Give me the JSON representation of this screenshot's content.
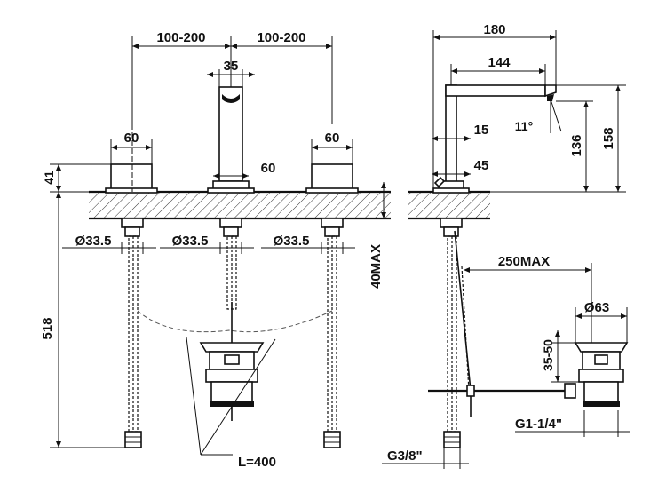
{
  "drawing": {
    "front_dims": {
      "spread_left": "100-200",
      "spread_right": "100-200",
      "spout_width": "35",
      "handle_width_left": "60",
      "handle_width_right": "60",
      "spout_base": "60",
      "height_above_deck": "41",
      "dia_left": "Ø33.5",
      "dia_mid": "Ø33.5",
      "dia_right": "Ø33.5",
      "deck_thickness": "40MAX",
      "overall_height": "518",
      "hose_length": "L=400"
    },
    "side_dims": {
      "reach": "180",
      "spout_length": "144",
      "angle": "11°",
      "neck": "15",
      "base": "45",
      "spout_height": "136",
      "total_height": "158",
      "rod_length": "250MAX",
      "waste_dia": "Ø63",
      "waste_height": "35-50",
      "waste_thread": "G1-1/4\"",
      "hose_thread": "G3/8\""
    }
  }
}
